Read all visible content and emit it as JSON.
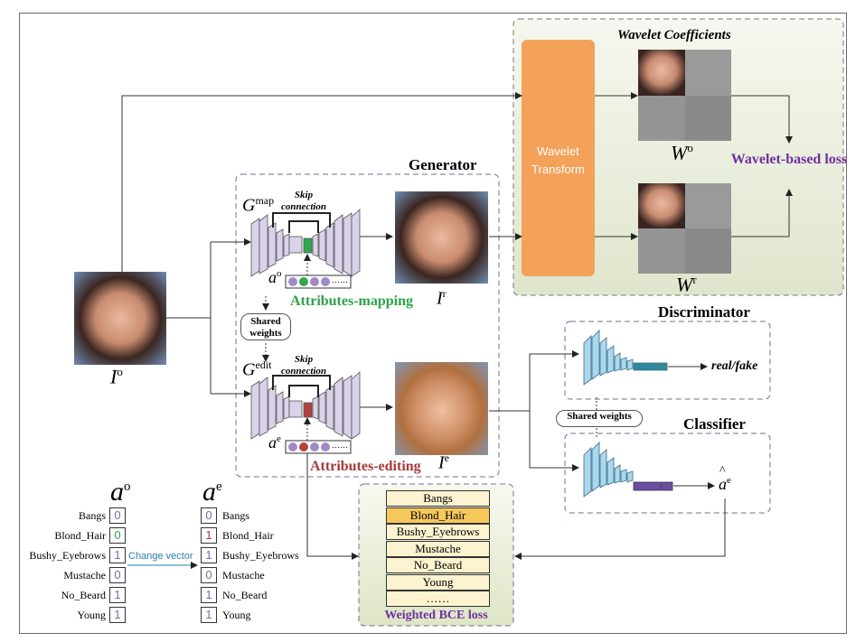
{
  "generator": {
    "title": "Generator",
    "g_map_base": "G",
    "g_map_sup": "map",
    "g_edit_base": "G",
    "g_edit_sup": "edit",
    "skip_connection": "Skip connection",
    "attributes_mapping": "Attributes-mapping",
    "attributes_editing": "Attributes-editing",
    "shared_weights": "Shared weights",
    "a_o_base": "a",
    "a_o_sup": "o",
    "a_e_base": "a",
    "a_e_sup": "e",
    "dots": "……",
    "i_r_base": "I",
    "i_r_sup": "r",
    "i_e_base": "I",
    "i_e_sup": "e"
  },
  "input": {
    "i_o_base": "I",
    "i_o_sup": "o"
  },
  "wavelet": {
    "title": "Wavelet Coefficients",
    "transform_label": "Wavelet Transform",
    "w_o_base": "W",
    "w_o_sup": "o",
    "w_r_base": "W",
    "w_r_sup": "r",
    "loss_label": "Wavelet-based loss"
  },
  "discriminator": {
    "title": "Discriminator",
    "output": "real/fake"
  },
  "classifier": {
    "title": "Classifier",
    "output_base": "a",
    "output_sup": "e",
    "hat": "^"
  },
  "shared_weights_dc": "Shared weights",
  "vectors": {
    "a_o_title_base": "a",
    "a_o_title_sup": "o",
    "a_e_title_base": "a",
    "a_e_title_sup": "e",
    "change_vector": "Change vector",
    "attributes": [
      "Bangs",
      "Blond_Hair",
      "Bushy_Eyebrows",
      "Mustache",
      "No_Beard",
      "Young"
    ],
    "a_o_values": [
      "0",
      "0",
      "1",
      "0",
      "1",
      "1"
    ],
    "a_e_values": [
      "0",
      "1",
      "1",
      "0",
      "1",
      "1"
    ]
  },
  "bce": {
    "items": [
      "Bangs",
      "Blond_Hair",
      "Bushy_Eyebrows",
      "Mustache",
      "No_Beard",
      "Young",
      "……"
    ],
    "label": "Weighted BCE loss"
  },
  "colors": {
    "wavelet_bg": "#e7ecd9",
    "wavelet_orange": "#f4a15a",
    "purple_text": "#7030a0",
    "green_text": "#2ca44a",
    "red_text": "#a83a3a",
    "bce_highlight": "#f6c75b",
    "bce_cell": "#fdf3d0",
    "net_purple": "#d9d2ea",
    "net_blue": "#a9d8ef",
    "net_teal": "#2d8a9a",
    "net_violet": "#6b4f9e"
  }
}
